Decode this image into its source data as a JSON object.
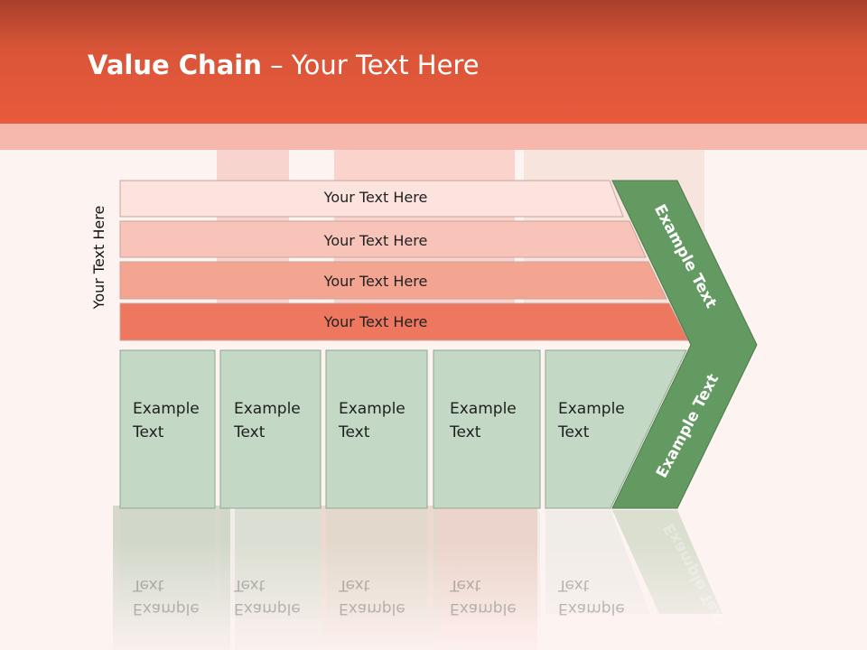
{
  "header": {
    "title_bold": "Value Chain",
    "title_rest": " – Your Text Here"
  },
  "side_label": "Your Text Here",
  "bars": [
    {
      "label": "Your Text Here",
      "color": "#fce3de"
    },
    {
      "label": "Your Text Here",
      "color": "#f8c4b9"
    },
    {
      "label": "Your Text Here",
      "color": "#f3a592"
    },
    {
      "label": "Your Text Here",
      "color": "#ee7760"
    }
  ],
  "boxes": [
    {
      "line1": "Example",
      "line2": "Text"
    },
    {
      "line1": "Example",
      "line2": "Text"
    },
    {
      "line1": "Example",
      "line2": "Text"
    },
    {
      "line1": "Example",
      "line2": "Text"
    },
    {
      "line1": "Example",
      "line2": "Text"
    }
  ],
  "arrow": {
    "top_label": "Example Text",
    "bottom_label": "Example Text",
    "color": "#629a61"
  },
  "box_color": "#c3d8c5"
}
